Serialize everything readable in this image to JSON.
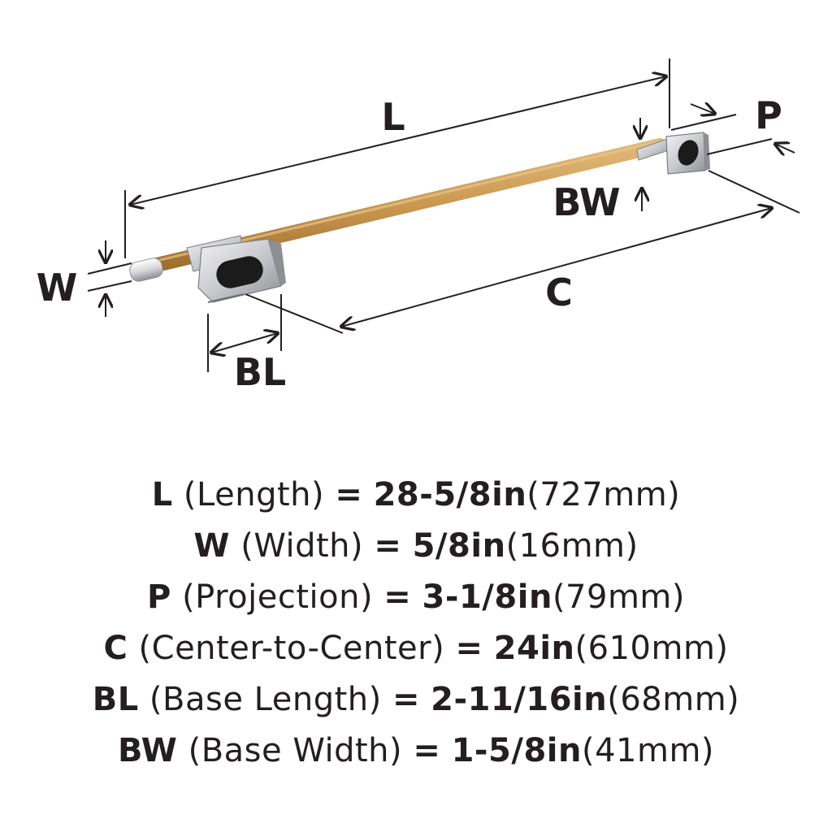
{
  "diagram": {
    "labels": {
      "L": "L",
      "P": "P",
      "BW": "BW",
      "W": "W",
      "C": "C",
      "BL": "BL"
    },
    "colors": {
      "bar": "#c9974f",
      "bar_shadow": "#9c6e30",
      "chrome": "#cfcfd1",
      "chrome_dark": "#8e8f93",
      "hole": "#1b1b1c",
      "line": "#231f20"
    }
  },
  "specs": [
    {
      "abbr": "L",
      "name": "(Length)",
      "eq": "=",
      "value": "28-5/8in",
      "metric": "(727mm)"
    },
    {
      "abbr": "W",
      "name": "(Width)",
      "eq": "=",
      "value": "5/8in",
      "metric": "(16mm)"
    },
    {
      "abbr": "P",
      "name": "(Projection)",
      "eq": "=",
      "value": "3-1/8in",
      "metric": "(79mm)"
    },
    {
      "abbr": "C",
      "name": "(Center-to-Center)",
      "eq": "=",
      "value": "24in",
      "metric": "(610mm)"
    },
    {
      "abbr": "BL",
      "name": "(Base Length)",
      "eq": "=",
      "value": "2-11/16in",
      "metric": "(68mm)"
    },
    {
      "abbr": "BW",
      "name": "(Base Width)",
      "eq": "=",
      "value": "1-5/8in",
      "metric": "(41mm)"
    }
  ]
}
